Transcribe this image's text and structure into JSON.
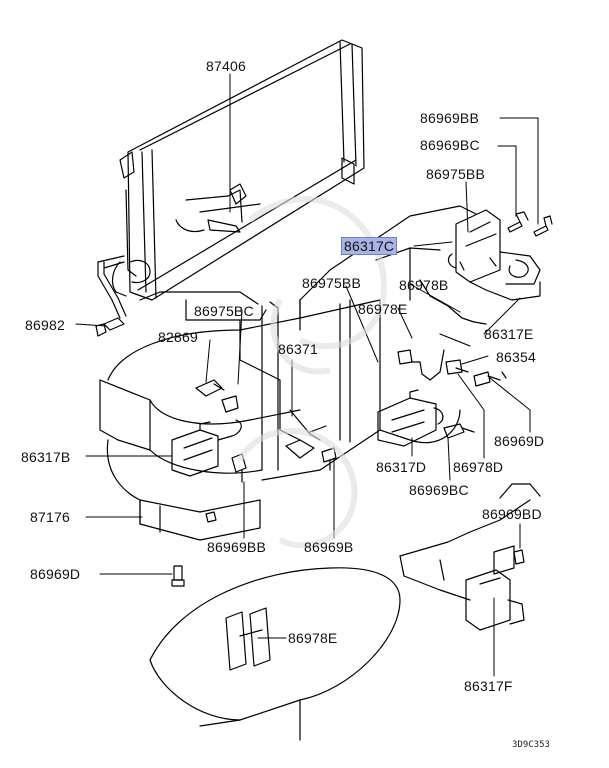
{
  "diagram": {
    "labels": {
      "l87406": "87406",
      "l86969bb_top": "86969BB",
      "l86969bc_top": "86969BC",
      "l86975bb_top": "86975BB",
      "l86317c": "86317C",
      "l86975bb_mid": "86975BB",
      "l86978b": "86978B",
      "l86975bc": "86975BC",
      "l86978e_mid": "86978E",
      "l86317e": "86317E",
      "l86982": "86982",
      "l82869": "82869",
      "l86371": "86371",
      "l86354": "86354",
      "l86969d_right": "86969D",
      "l86317b": "86317B",
      "l86317d": "86317D",
      "l86978d": "86978D",
      "l86969bc_bot": "86969BC",
      "l87176": "87176",
      "l86969bd": "86969BD",
      "l86969bb_bot": "86969BB",
      "l86969b": "86969B",
      "l86969d_left": "86969D",
      "l86978e_bot": "86978E",
      "l86317f": "86317F"
    },
    "highlight_color": "#a9b3e6",
    "drawing_code": "3D9C353"
  }
}
